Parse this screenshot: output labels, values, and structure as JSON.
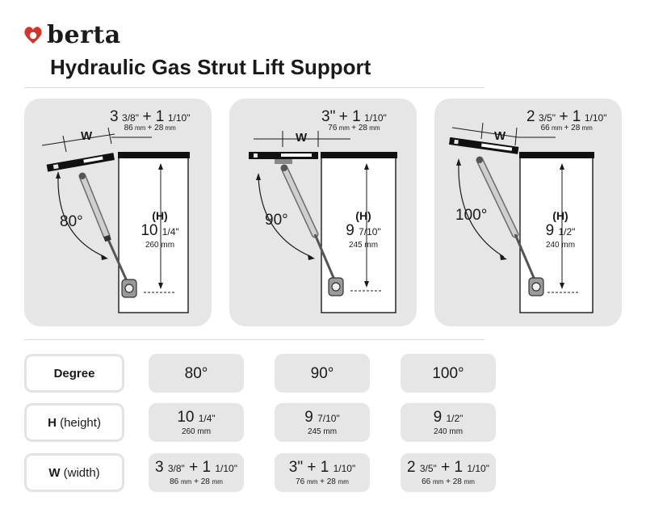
{
  "brand": {
    "name": "berta",
    "color": "#d0362c"
  },
  "title": "Hydraulic Gas Strut Lift Support",
  "panels": [
    {
      "w_label": "W",
      "w_whole": "3",
      "w_frac": "3/8\"",
      "w_plus": "+ 1",
      "w_frac2": "1/10\"",
      "w_mm_a": "86",
      "w_mm_unit_a": "mm",
      "w_mm_plus": "+ 28",
      "w_mm_unit_b": "mm",
      "angle": "80°",
      "h_label": "(H)",
      "h_whole": "10",
      "h_frac": "1/4\"",
      "h_mm": "260 mm"
    },
    {
      "w_label": "W",
      "w_whole": "3\"",
      "w_frac": "",
      "w_plus": "+ 1",
      "w_frac2": "1/10\"",
      "w_mm_a": "76",
      "w_mm_unit_a": "mm",
      "w_mm_plus": "+ 28",
      "w_mm_unit_b": "mm",
      "angle": "90°",
      "h_label": "(H)",
      "h_whole": "9",
      "h_frac": "7/10\"",
      "h_mm": "245 mm"
    },
    {
      "w_label": "W",
      "w_whole": "2",
      "w_frac": "3/5\"",
      "w_plus": "+ 1",
      "w_frac2": "1/10\"",
      "w_mm_a": "66",
      "w_mm_unit_a": "mm",
      "w_mm_plus": "+ 28",
      "w_mm_unit_b": "mm",
      "angle": "100°",
      "h_label": "(H)",
      "h_whole": "9",
      "h_frac": "1/2\"",
      "h_mm": "240 mm"
    }
  ],
  "table": {
    "row_degree": {
      "label": "Degree",
      "values": [
        "80°",
        "90°",
        "100°"
      ]
    },
    "row_height": {
      "label_bold": "H",
      "label_rest": " (height)",
      "values": [
        {
          "whole": "10",
          "frac": "1/4\"",
          "mm": "260 mm"
        },
        {
          "whole": "9",
          "frac": "7/10\"",
          "mm": "245 mm"
        },
        {
          "whole": "9",
          "frac": "1/2\"",
          "mm": "240 mm"
        }
      ]
    },
    "row_width": {
      "label_bold": "W",
      "label_rest": " (width)",
      "values": [
        {
          "whole": "3",
          "frac": "3/8\"",
          "plus": "+ 1",
          "frac2": "1/10\"",
          "mm_a": "86",
          "unit_a": "mm",
          "mm_plus": "+ 28",
          "unit_b": "mm"
        },
        {
          "whole": "3\"",
          "frac": "",
          "plus": "+ 1",
          "frac2": "1/10\"",
          "mm_a": "76",
          "unit_a": "mm",
          "mm_plus": "+ 28",
          "unit_b": "mm"
        },
        {
          "whole": "2",
          "frac": "3/5\"",
          "plus": "+ 1",
          "frac2": "1/10\"",
          "mm_a": "66",
          "unit_a": "mm",
          "mm_plus": "+ 28",
          "unit_b": "mm"
        }
      ]
    }
  }
}
